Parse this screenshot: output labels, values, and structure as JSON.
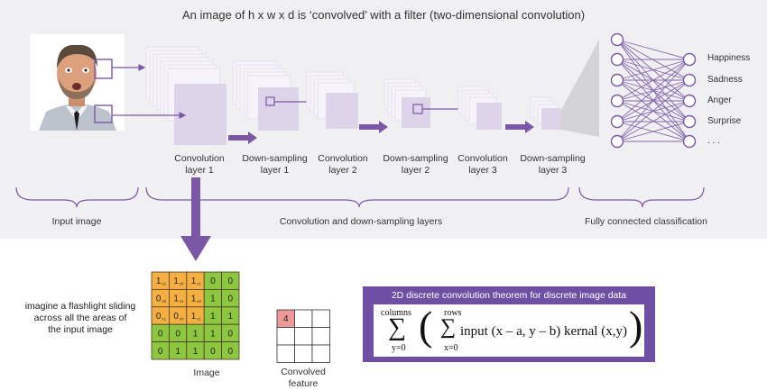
{
  "title": "An image of h x w x d is ‘convolved’ with a filter (two-dimensional convolution)",
  "stage_labels": {
    "conv1": [
      "Convolution",
      "layer 1"
    ],
    "down1": [
      "Down-sampling",
      "layer 1"
    ],
    "conv2": [
      "Convolution",
      "layer 2"
    ],
    "down2": [
      "Down-sampling",
      "layer 2"
    ],
    "conv3": [
      "Convolution",
      "layer 3"
    ],
    "down3": [
      "Down-sampling",
      "layer 3"
    ]
  },
  "group_labels": {
    "input": "Input image",
    "conv_down": "Convolution and down-sampling layers",
    "fc": "Fully connected classification"
  },
  "emotions": [
    "Happiness",
    "Sadness",
    "Anger",
    "Surprise",
    ". . ."
  ],
  "flashlight_text": [
    "imagine a flashlight sliding",
    "across all the areas of",
    "the input image"
  ],
  "image_grid": [
    [
      "1",
      "1",
      "1",
      "0",
      "0"
    ],
    [
      "0",
      "1",
      "1",
      "1",
      "0"
    ],
    [
      "0",
      "0",
      "1",
      "1",
      "1"
    ],
    [
      "0",
      "0",
      "1",
      "1",
      "0"
    ],
    [
      "0",
      "1",
      "1",
      "0",
      "0"
    ]
  ],
  "filter_subscripts": [
    [
      "x1",
      "x0",
      "x1"
    ],
    [
      "x0",
      "x1",
      "x0"
    ],
    [
      "x1",
      "x0",
      "x1"
    ]
  ],
  "image_label": "Image",
  "convolved_value": "4",
  "convolved_label": [
    "Convolved",
    "feature"
  ],
  "theorem": {
    "title": "2D discrete convolution theorem for discrete image data",
    "outer_upper": "columns",
    "outer_lower": "y=0",
    "inner_upper": "rows",
    "inner_lower": "x=0",
    "sigma": "∑",
    "open_paren": "(",
    "close_paren": ")",
    "expression": "input (x – a, y – b) kernal (x,y)"
  },
  "colors": {
    "purple": "#7b58a6",
    "light_purple": "#ddd4ea",
    "orange": "#f5b041",
    "green": "#8dc63f",
    "convolved_cell": "#ec9a9a",
    "band": "#f0f0f3",
    "theorem_bg": "#6e4fa3"
  }
}
